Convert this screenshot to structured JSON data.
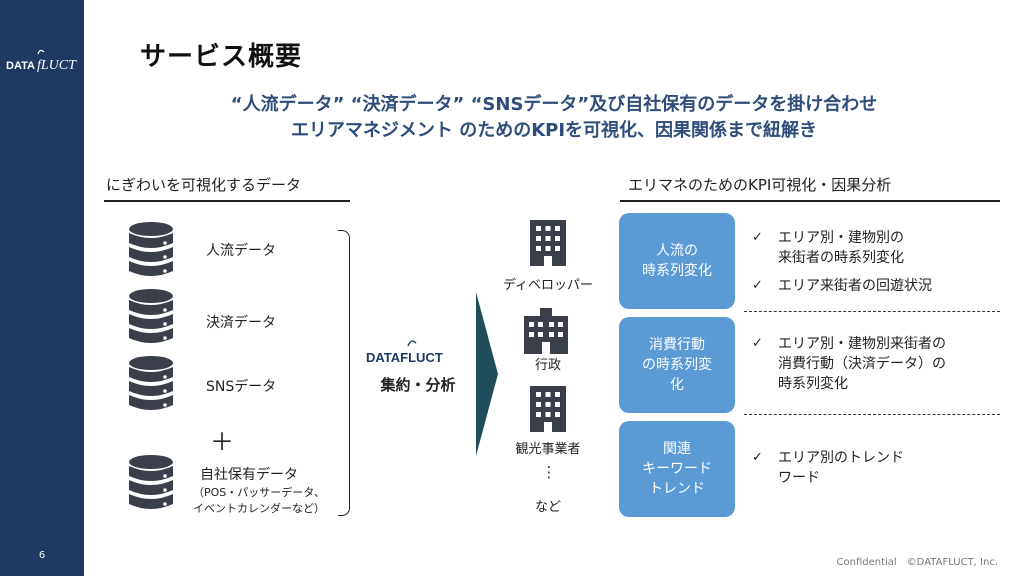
{
  "page_number": "6",
  "title": "サービス概要",
  "headline": {
    "line1": "“人流データ” “決済データ” “SNSデータ”及び自社保有のデータを掛け合わせ",
    "line2": "エリアマネジメント のためのKPIを可視化、因果関係まで紐解き"
  },
  "left_section": {
    "title": "にぎわいを可視化するデータ",
    "sources": [
      {
        "label": "人流データ",
        "icon": "database-icon"
      },
      {
        "label": "決済データ",
        "icon": "database-icon"
      },
      {
        "label": "SNSデータ",
        "icon": "database-icon"
      },
      {
        "label": "自社保有データ",
        "icon": "database-icon",
        "sub1": "（POS・パッサーデータ、",
        "sub2": "イベントカレンダーなど）"
      }
    ],
    "plus": "＋"
  },
  "center": {
    "logo_text": "DATAFLUCT",
    "label": "集約・分析"
  },
  "users": [
    {
      "label": "ディベロッパー",
      "icon": "office-building-icon"
    },
    {
      "label": "行政",
      "icon": "government-building-icon"
    },
    {
      "label": "観光事業者",
      "icon": "office-building-icon"
    }
  ],
  "users_more": {
    "dots": "⋮",
    "label": "など"
  },
  "right_section": {
    "title": "エリマネのためのKPI可視化・因果分析",
    "rows": [
      {
        "box_lines": [
          "人流の",
          "時系列変化"
        ],
        "checks": [
          "エリア別・建物別の\n来街者の時系列変化",
          "エリア来街者の回遊状況"
        ]
      },
      {
        "box_lines": [
          "消費行動",
          "の時系列変",
          "化"
        ],
        "checks": [
          "エリア別・建物別来街者の\n消費行動（決済データ）の\n時系列変化"
        ]
      },
      {
        "box_lines": [
          "関連",
          "キーワード",
          "トレンド"
        ],
        "checks": [
          "エリア別のトレンド\nワード"
        ]
      }
    ],
    "check_mark": "✓"
  },
  "footer": "Confidential　©DATAFLUCT, Inc.",
  "colors": {
    "sidebar": "#1f3864",
    "box": "#5b9bd5",
    "headline": "#2e4d7a",
    "icon": "#3a3f4a"
  }
}
